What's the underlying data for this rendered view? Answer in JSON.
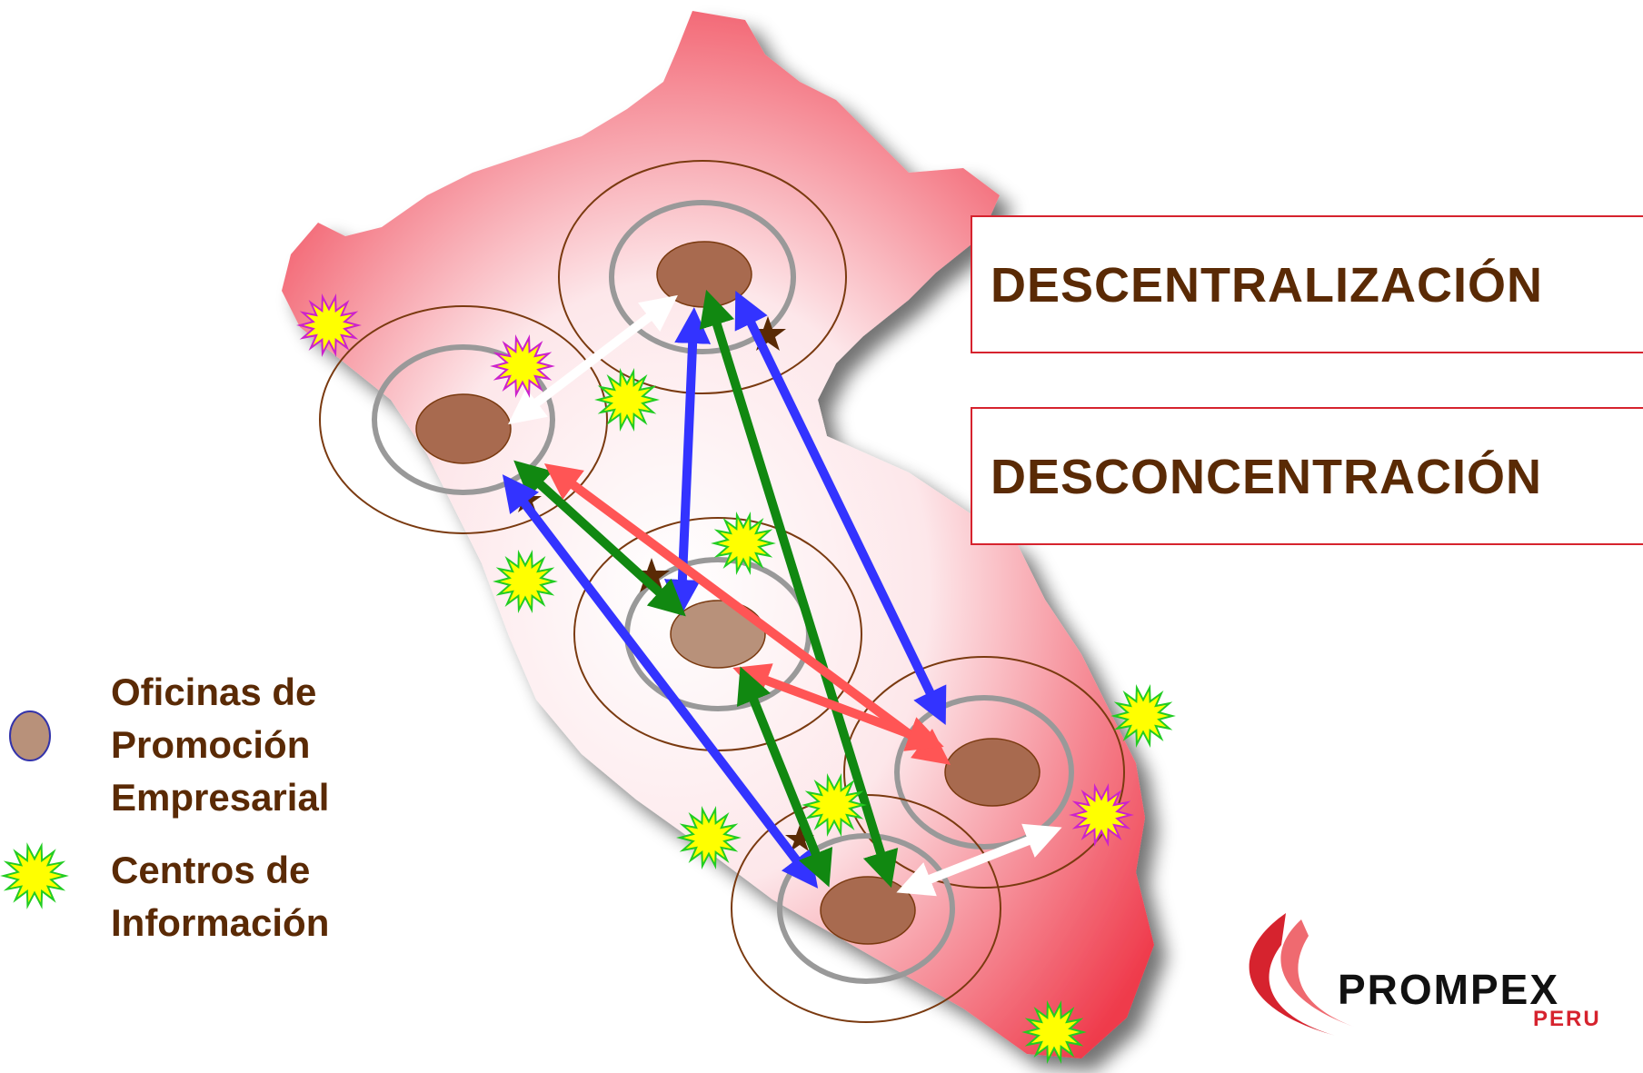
{
  "keywords": {
    "first": "DESCENTRALIZACIÓN",
    "second": "DESCONCENTRACIÓN"
  },
  "legend": {
    "offices": {
      "lines": [
        "Oficinas de",
        "Promoción",
        "Empresarial"
      ],
      "icon": "brown-oval-icon"
    },
    "info_centers": {
      "lines": [
        "Centros de",
        "Información"
      ],
      "icon": "green-starburst-icon"
    }
  },
  "logo": {
    "name": "PROMPEX",
    "sub": "PERU"
  },
  "colors": {
    "map_fill": "#f0404f",
    "office_fill": "#a86a4f",
    "office_light": "#b8917a",
    "ring_gray": "#999999",
    "ring_brown": "#7a3a10",
    "arrow_blue": "#3333ff",
    "arrow_green": "#118811",
    "arrow_red": "#ff5555",
    "arrow_white": "#ffffff",
    "text_brown": "#5a2a05",
    "box_border": "#d6232e"
  }
}
